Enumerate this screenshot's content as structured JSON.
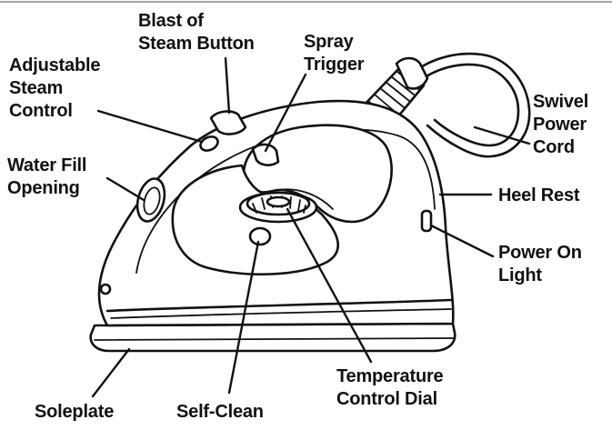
{
  "diagram": {
    "labels": {
      "blast_of_steam_button": [
        "Blast of",
        "Steam Button"
      ],
      "spray_trigger": [
        "Spray",
        "Trigger"
      ],
      "adjustable_steam_control": [
        "Adjustable",
        "Steam",
        "Control"
      ],
      "swivel_power_cord": [
        "Swivel",
        "Power",
        "Cord"
      ],
      "water_fill_opening": [
        "Water Fill",
        "Opening"
      ],
      "heel_rest": [
        "Heel Rest"
      ],
      "power_on_light": [
        "Power On",
        "Light"
      ],
      "temperature_control_dial": [
        "Temperature",
        "Control Dial"
      ],
      "soleplate": [
        "Soleplate"
      ],
      "self_clean": [
        "Self-Clean"
      ]
    }
  }
}
